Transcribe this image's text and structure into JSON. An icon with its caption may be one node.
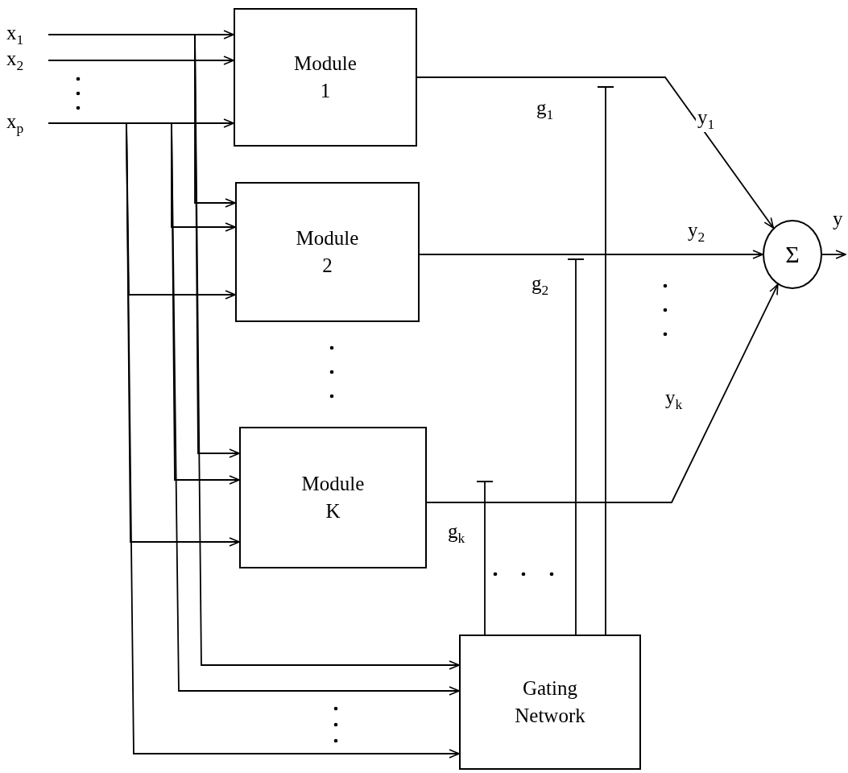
{
  "diagram": {
    "nodes": [
      {
        "text": [
          "x$_{1}$"
        ]
      },
      {
        "text": [
          "x$_{2}$"
        ]
      },
      {
        "text": [
          "x$_{p}$"
        ]
      },
      {
        "text": [
          "Module 1"
        ]
      },
      {
        "text": [
          "Module 2"
        ]
      },
      {
        "text": [
          "Module K"
        ]
      },
      {
        "text": [
          "Gating Network"
        ]
      },
      {
        "text": [
          "Σ"
        ]
      }
    ],
    "edges": [
      {
        "from": 0,
        "to": 3,
        "arrow": "to"
      },
      {
        "from": 1,
        "to": 3,
        "arrow": "to"
      },
      {
        "from": 2,
        "to": 3,
        "arrow": "to"
      },
      {
        "from": 0,
        "to": 4,
        "arrow": "to"
      },
      {
        "from": 0,
        "to": 5,
        "arrow": "to"
      },
      {
        "from": 0,
        "to": 6,
        "arrow": "to"
      },
      {
        "from": 2,
        "to": 4,
        "arrow": "to"
      },
      {
        "from": 2,
        "to": 5,
        "arrow": "to"
      },
      {
        "from": 2,
        "to": 6,
        "arrow": "to"
      },
      {
        "from": 2,
        "to": 4,
        "arrow": "to"
      },
      {
        "from": 2,
        "to": 5,
        "arrow": "to"
      },
      {
        "from": 2,
        "to": 6,
        "arrow": "to"
      },
      {
        "from": 3,
        "to": 7,
        "arrow": "to",
        "label": "y$_{1}$"
      },
      {
        "from": 4,
        "to": 7,
        "arrow": "to",
        "label": "y$_{2}$"
      },
      {
        "from": 5,
        "to": 7,
        "arrow": "to",
        "label": "y$_{k}$"
      },
      {
        "from": 7,
        "to": null,
        "arrow": "to",
        "label": "y"
      },
      {
        "from": 6,
        "to": null,
        "arrow": "other",
        "label": "g$_{1}$"
      },
      {
        "from": 6,
        "to": null,
        "arrow": "other",
        "label": "g$_{2}$"
      },
      {
        "from": 6,
        "to": null,
        "arrow": "other",
        "label": "g$_{k}$"
      }
    ]
  }
}
